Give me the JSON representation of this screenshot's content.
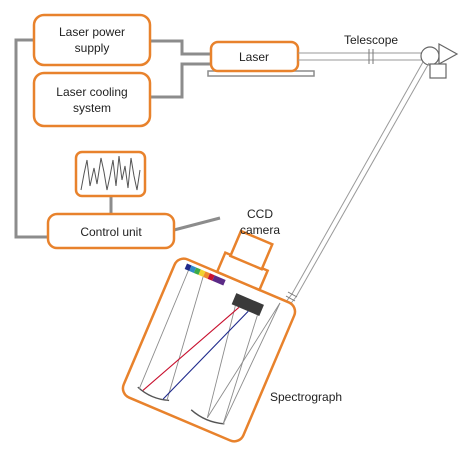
{
  "diagram": {
    "colors": {
      "orange": "#E8822C",
      "gray": "#8C8C8C",
      "beam": "#9A9A9A",
      "text": "#222222",
      "red_ray": "#C8102E",
      "blue_ray": "#1F2A8C",
      "grating": "#3A3A3A"
    },
    "boxes": {
      "laser_power_supply": {
        "line1": "Laser power",
        "line2": "supply"
      },
      "laser_cooling": {
        "line1": "Laser cooling",
        "line2": "system"
      },
      "laser": {
        "label": "Laser"
      },
      "control_unit": {
        "label": "Control unit"
      }
    },
    "labels": {
      "telescope": "Telescope",
      "ccd_line1": "CCD",
      "ccd_line2": "camera",
      "spectrograph": "Spectrograph"
    }
  }
}
